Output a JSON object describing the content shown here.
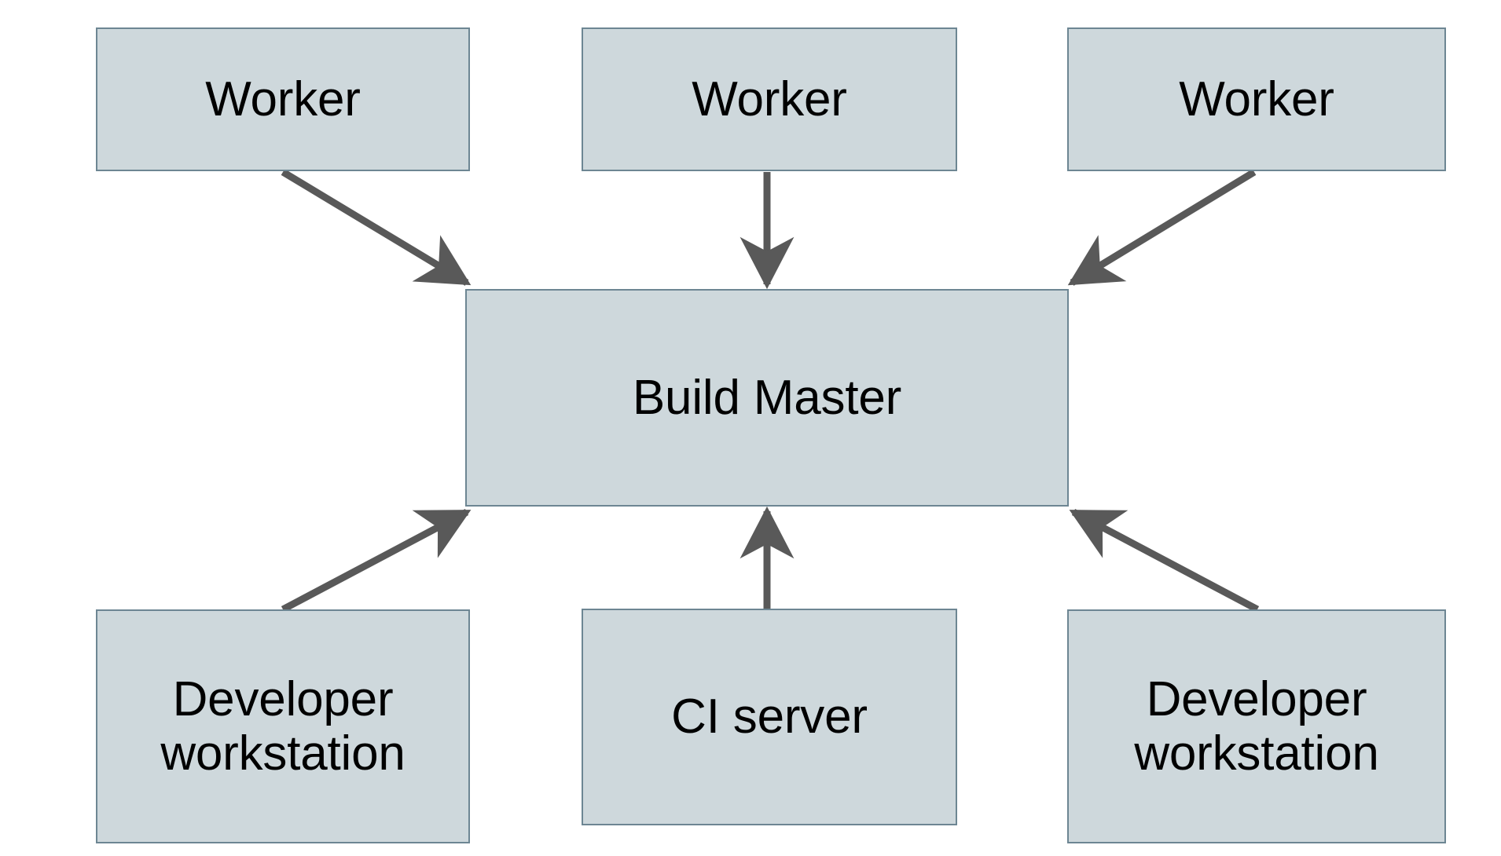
{
  "diagram": {
    "type": "node-edge-diagram",
    "background_color": "#ffffff",
    "node_fill_color": "#ced8dc",
    "node_border_color": "#6d8693",
    "edge_color": "#595959",
    "text_color": "#000000",
    "nodes": [
      {
        "id": "worker-1",
        "label": "Worker",
        "row": "top",
        "column": "left"
      },
      {
        "id": "worker-2",
        "label": "Worker",
        "row": "top",
        "column": "center"
      },
      {
        "id": "worker-3",
        "label": "Worker",
        "row": "top",
        "column": "right"
      },
      {
        "id": "build-master",
        "label": "Build Master",
        "row": "middle",
        "column": "center"
      },
      {
        "id": "dev-ws-1",
        "label": "Developer\nworkstation",
        "row": "bottom",
        "column": "left"
      },
      {
        "id": "ci-server",
        "label": "CI server",
        "row": "bottom",
        "column": "center"
      },
      {
        "id": "dev-ws-2",
        "label": "Developer\nworkstation",
        "row": "bottom",
        "column": "right"
      }
    ],
    "edges": [
      {
        "from": "worker-1",
        "to": "build-master",
        "style": "solid",
        "arrowhead": "barbed"
      },
      {
        "from": "worker-2",
        "to": "build-master",
        "style": "solid",
        "arrowhead": "barbed"
      },
      {
        "from": "worker-3",
        "to": "build-master",
        "style": "solid",
        "arrowhead": "barbed"
      },
      {
        "from": "dev-ws-1",
        "to": "build-master",
        "style": "solid",
        "arrowhead": "barbed"
      },
      {
        "from": "ci-server",
        "to": "build-master",
        "style": "solid",
        "arrowhead": "barbed"
      },
      {
        "from": "dev-ws-2",
        "to": "build-master",
        "style": "solid",
        "arrowhead": "barbed"
      }
    ]
  }
}
